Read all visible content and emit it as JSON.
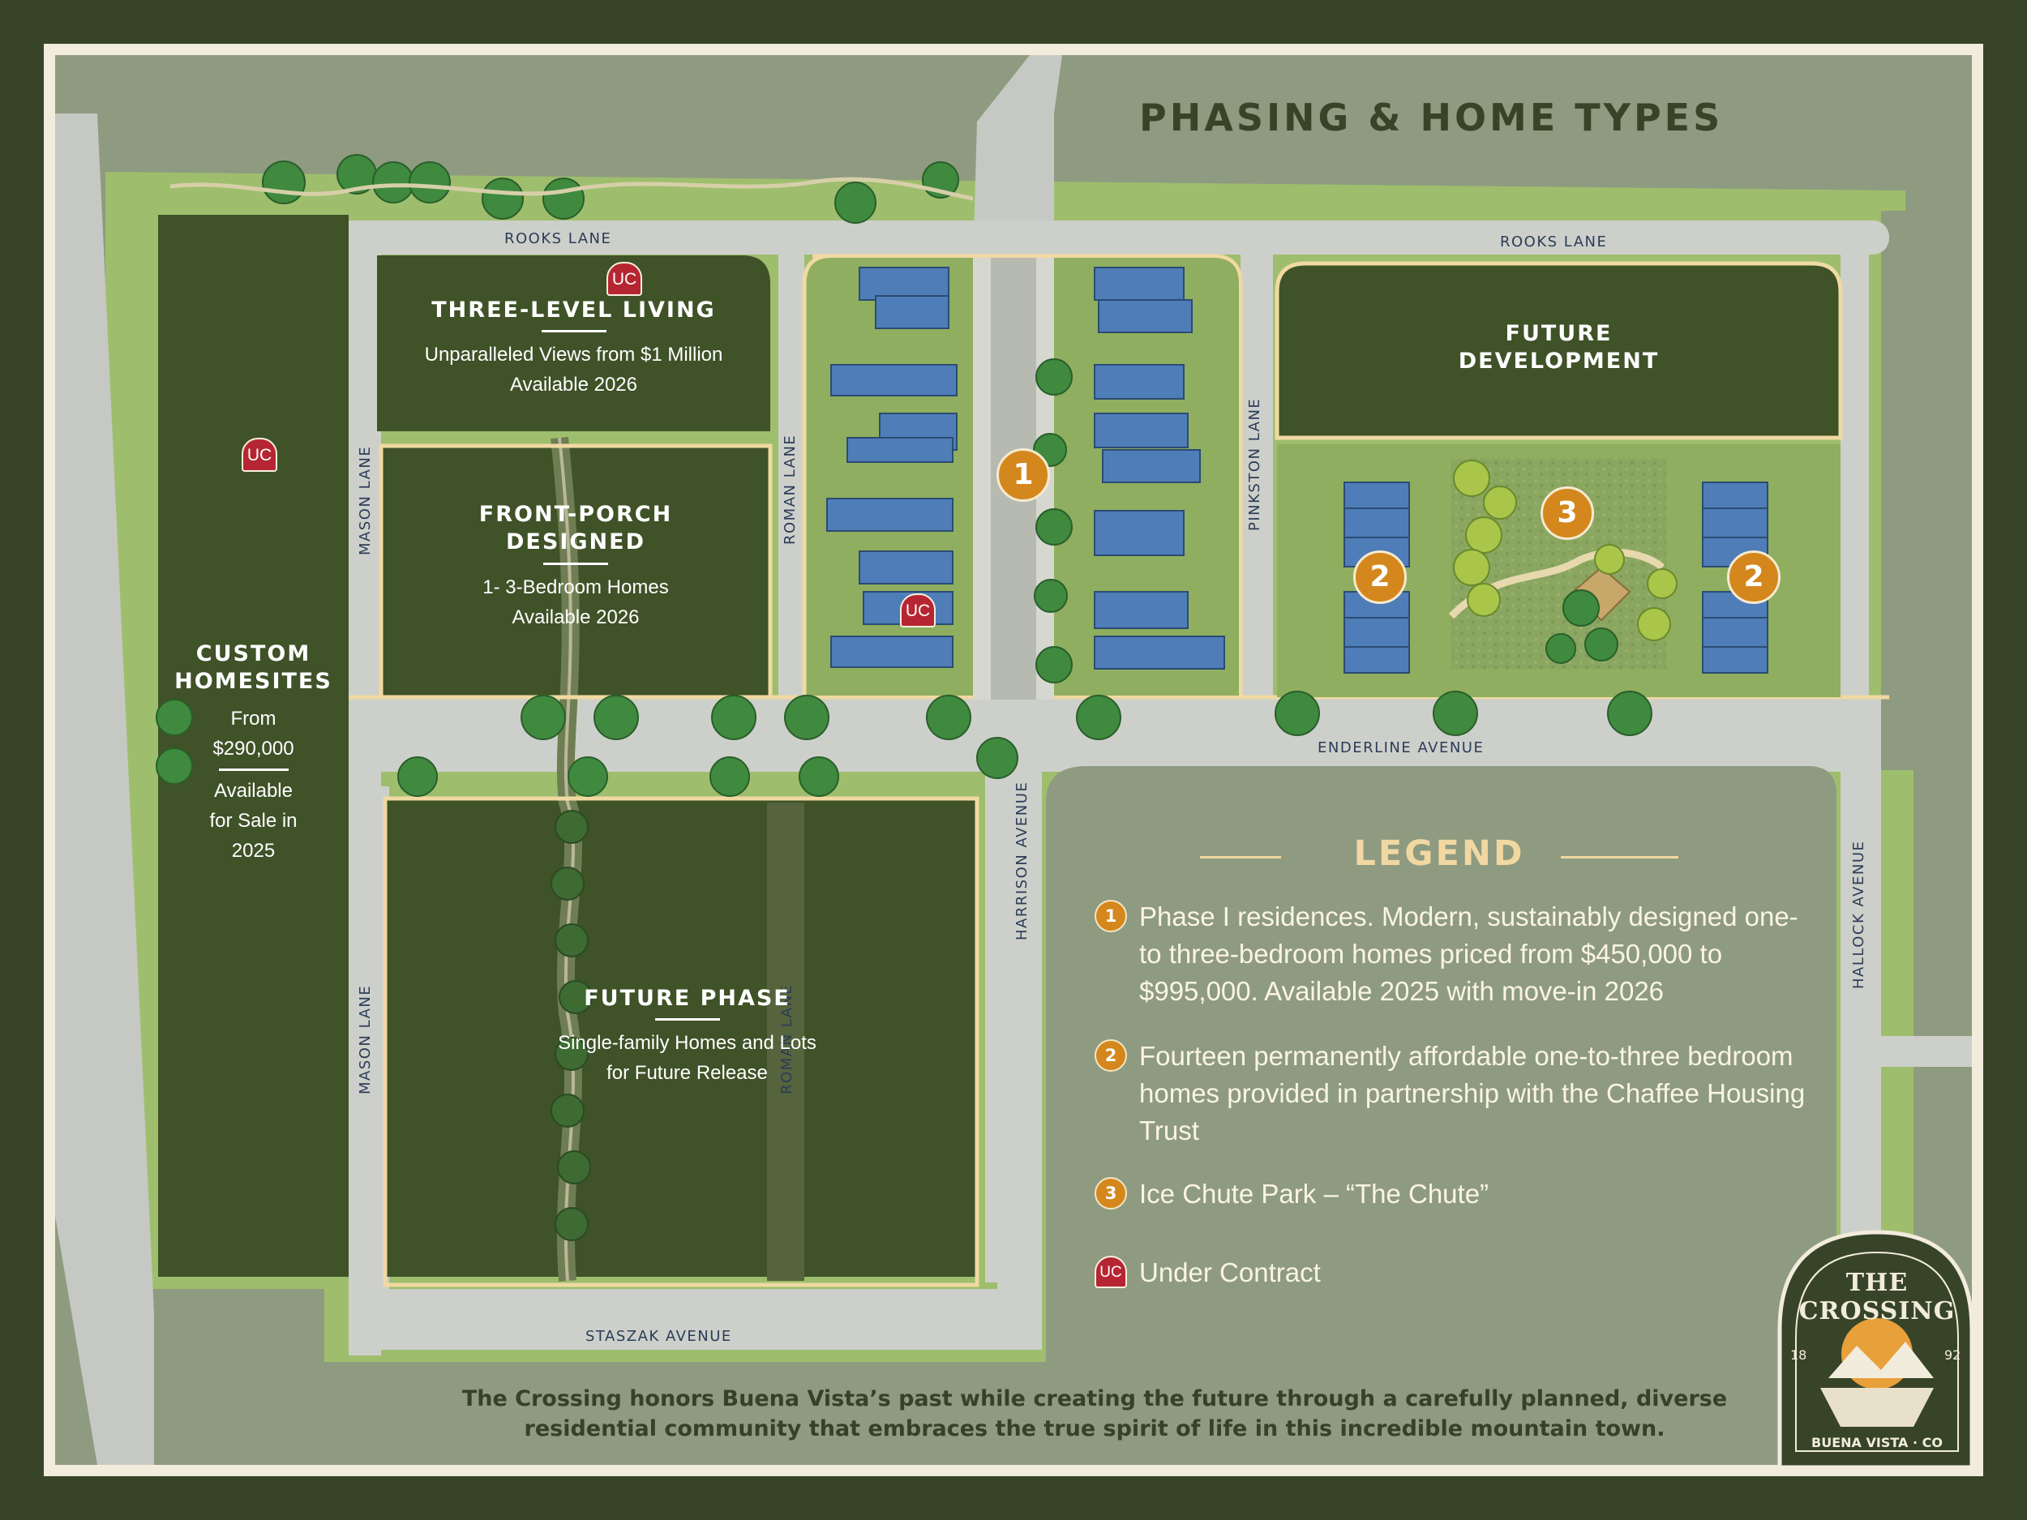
{
  "title": "PHASING & HOME TYPES",
  "streets": {
    "rooks_lane_west": "ROOKS LANE",
    "rooks_lane_east": "ROOKS LANE",
    "mason_lane_north": "MASON LANE",
    "mason_lane_south": "MASON LANE",
    "roman_lane_north": "ROMAN LANE",
    "roman_lane_south": "ROMAN LANE",
    "pinkston_lane": "PINKSTON LANE",
    "enderline_avenue": "ENDERLINE AVENUE",
    "harrison_avenue": "HARRISON AVENUE",
    "hallock_avenue": "HALLOCK AVENUE",
    "staszak_avenue": "STASZAK AVENUE"
  },
  "blocks": {
    "three_level": {
      "title": "THREE-LEVEL LIVING",
      "line1": "Unparalleled Views from $1 Million",
      "line2": "Available 2026"
    },
    "front_porch": {
      "title1": "FRONT-PORCH",
      "title2": "DESIGNED",
      "line1": "1- 3-Bedroom Homes",
      "line2": "Available 2026"
    },
    "custom": {
      "title1": "CUSTOM",
      "title2": "HOMESITES",
      "line1": "From",
      "line2": "$290,000",
      "line3": "Available",
      "line4": "for Sale in",
      "line5": "2025"
    },
    "future_dev": {
      "title1": "FUTURE",
      "title2": "DEVELOPMENT"
    },
    "future_phase": {
      "title": "FUTURE PHASE",
      "line1": "Single-family Homes and Lots",
      "line2": "for Future Release"
    }
  },
  "markers": {
    "uc": "UC",
    "phase1": "1",
    "phase2": "2",
    "phase3": "3"
  },
  "legend": {
    "heading": "LEGEND",
    "items": [
      {
        "marker": "1",
        "text": "Phase I residences. Modern, sustainably designed one- to three-bedroom homes priced from $450,000 to $995,000. Available 2025 with move-in 2026"
      },
      {
        "marker": "2",
        "text": "Fourteen permanently affordable one-to-three bedroom homes provided in partnership with the Chaffee Housing Trust"
      },
      {
        "marker": "3",
        "text": "Ice Chute Park – “The Chute”"
      },
      {
        "marker": "UC",
        "text": "Under Contract"
      }
    ]
  },
  "footer": "The Crossing honors Buena Vista’s past while creating the future through a carefully planned, diverse residential community that embraces the true spirit of life in this incredible mountain town.",
  "logo": {
    "name": "THE CROSSING",
    "year_left": "18",
    "year_right": "92",
    "place": "BUENA VISTA · CO"
  },
  "colors": {
    "frame": "#374428",
    "block": "#3f5228",
    "lawn": "#8aa85a",
    "road": "#c9ccc6",
    "house": "#4f7db8",
    "accent": "#d4871d",
    "legend_text": "#f1d8a2",
    "under_contract": "#b62632"
  }
}
